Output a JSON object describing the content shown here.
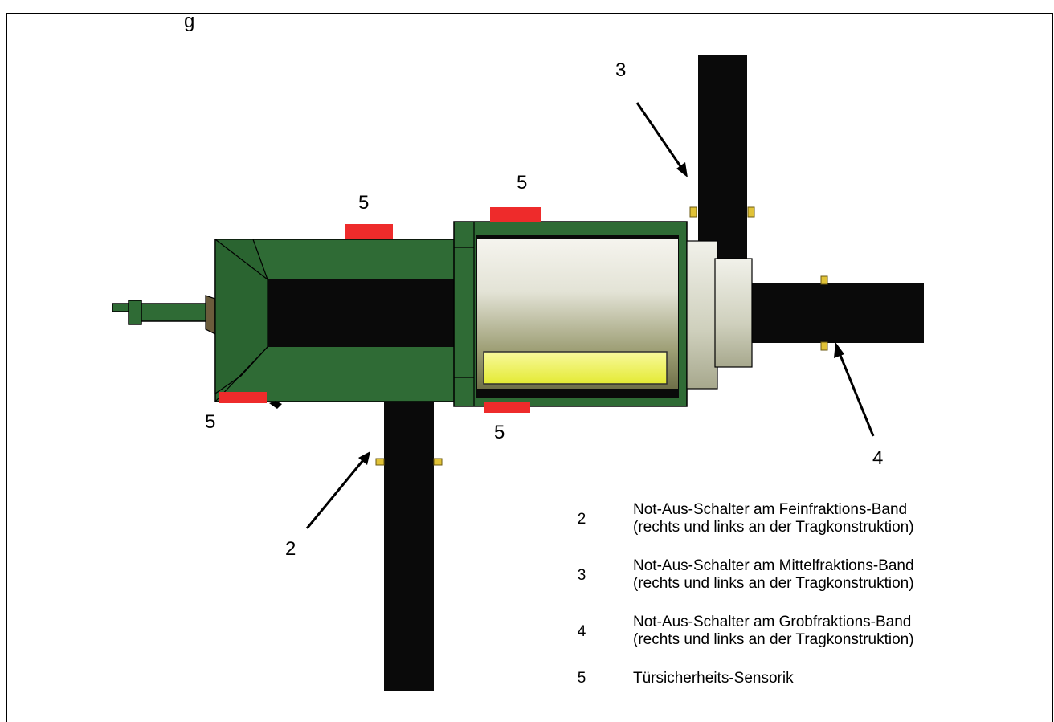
{
  "top_fragment": "g",
  "callouts": {
    "c3": "3",
    "c4": "4",
    "c2": "2",
    "c5a": "5",
    "c5b": "5",
    "c5c": "5",
    "c5d": "5"
  },
  "legend": [
    {
      "num": "2",
      "line1": "Not-Aus-Schalter am Feinfraktions-Band",
      "line2": "(rechts und links an der Tragkonstruktion)"
    },
    {
      "num": "3",
      "line1": "Not-Aus-Schalter am Mittelfraktions-Band",
      "line2": "(rechts und links an der Tragkonstruktion)"
    },
    {
      "num": "4",
      "line1": "Not-Aus-Schalter am Grobfraktions-Band",
      "line2": "(rechts und links an der Tragkonstruktion)"
    },
    {
      "num": "5",
      "line1": "Türsicherheits-Sensorik",
      "line2": ""
    }
  ],
  "colors": {
    "housing_green": "#2f6b35",
    "belt_black": "#0a0a0a",
    "sensor_red": "#ee2b2b",
    "switch_yellow": "#e0c237",
    "screen_yellow": "#eef25a"
  }
}
